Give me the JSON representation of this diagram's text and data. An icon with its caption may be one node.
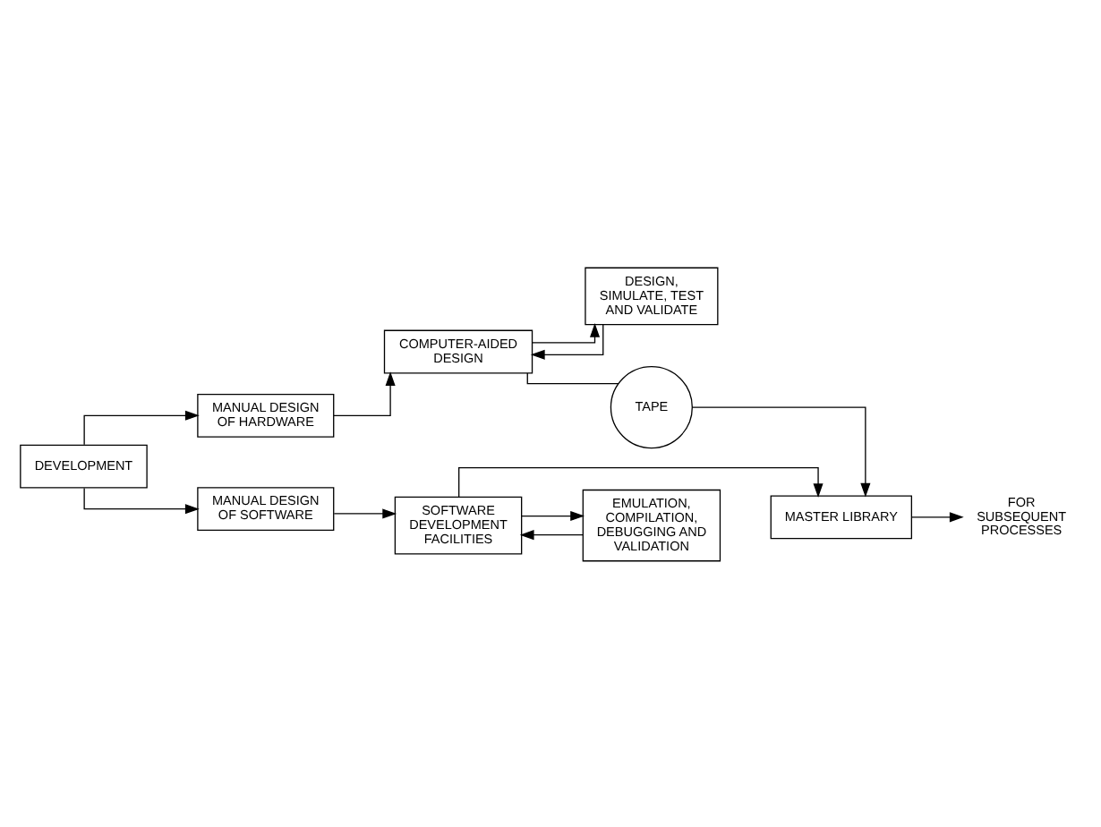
{
  "diagram": {
    "nodes": [
      {
        "text": [
          "DEVELOPMENT"
        ]
      },
      {
        "text": [
          "MANUAL DESIGN OF HARDWARE"
        ]
      },
      {
        "text": [
          "COMPUTER-AIDED DESIGN"
        ]
      },
      {
        "text": [
          "DESIGN, SIMULATE, TEST AND VALIDATE"
        ]
      },
      {
        "text": [
          "TAPE"
        ]
      },
      {
        "text": [
          "MASTER LIBRARY"
        ]
      },
      {
        "text": [
          "FOR SUBSEQUENT PROCESSES"
        ]
      },
      {
        "text": [
          "EMULATION, COMPILATION, DEBUGGING AND VALIDATION"
        ]
      },
      {
        "text": [
          "MANUAL DESIGN OF SOFTWARE"
        ]
      },
      {
        "text": [
          "SOFTWARE DEVELOPMENT FACILITIES"
        ]
      }
    ],
    "edges": [
      {
        "from": 0,
        "to": 1,
        "arrow": "to"
      },
      {
        "from": 1,
        "to": 2,
        "arrow": "to"
      },
      {
        "from": 2,
        "to": 3,
        "arrow": "to"
      },
      {
        "from": 3,
        "to": 2,
        "arrow": "to"
      },
      {
        "from": 2,
        "to": 4,
        "arrow": "none"
      },
      {
        "from": 4,
        "to": 5,
        "arrow": "to"
      },
      {
        "from": 5,
        "to": 6,
        "arrow": "to"
      },
      {
        "from": 0,
        "to": 8,
        "arrow": "to"
      },
      {
        "from": 8,
        "to": 9,
        "arrow": "to"
      },
      {
        "from": 9,
        "to": 7,
        "arrow": "to"
      },
      {
        "from": 7,
        "to": 9,
        "arrow": "to"
      },
      {
        "from": 9,
        "to": 5,
        "arrow": "to"
      }
    ]
  }
}
